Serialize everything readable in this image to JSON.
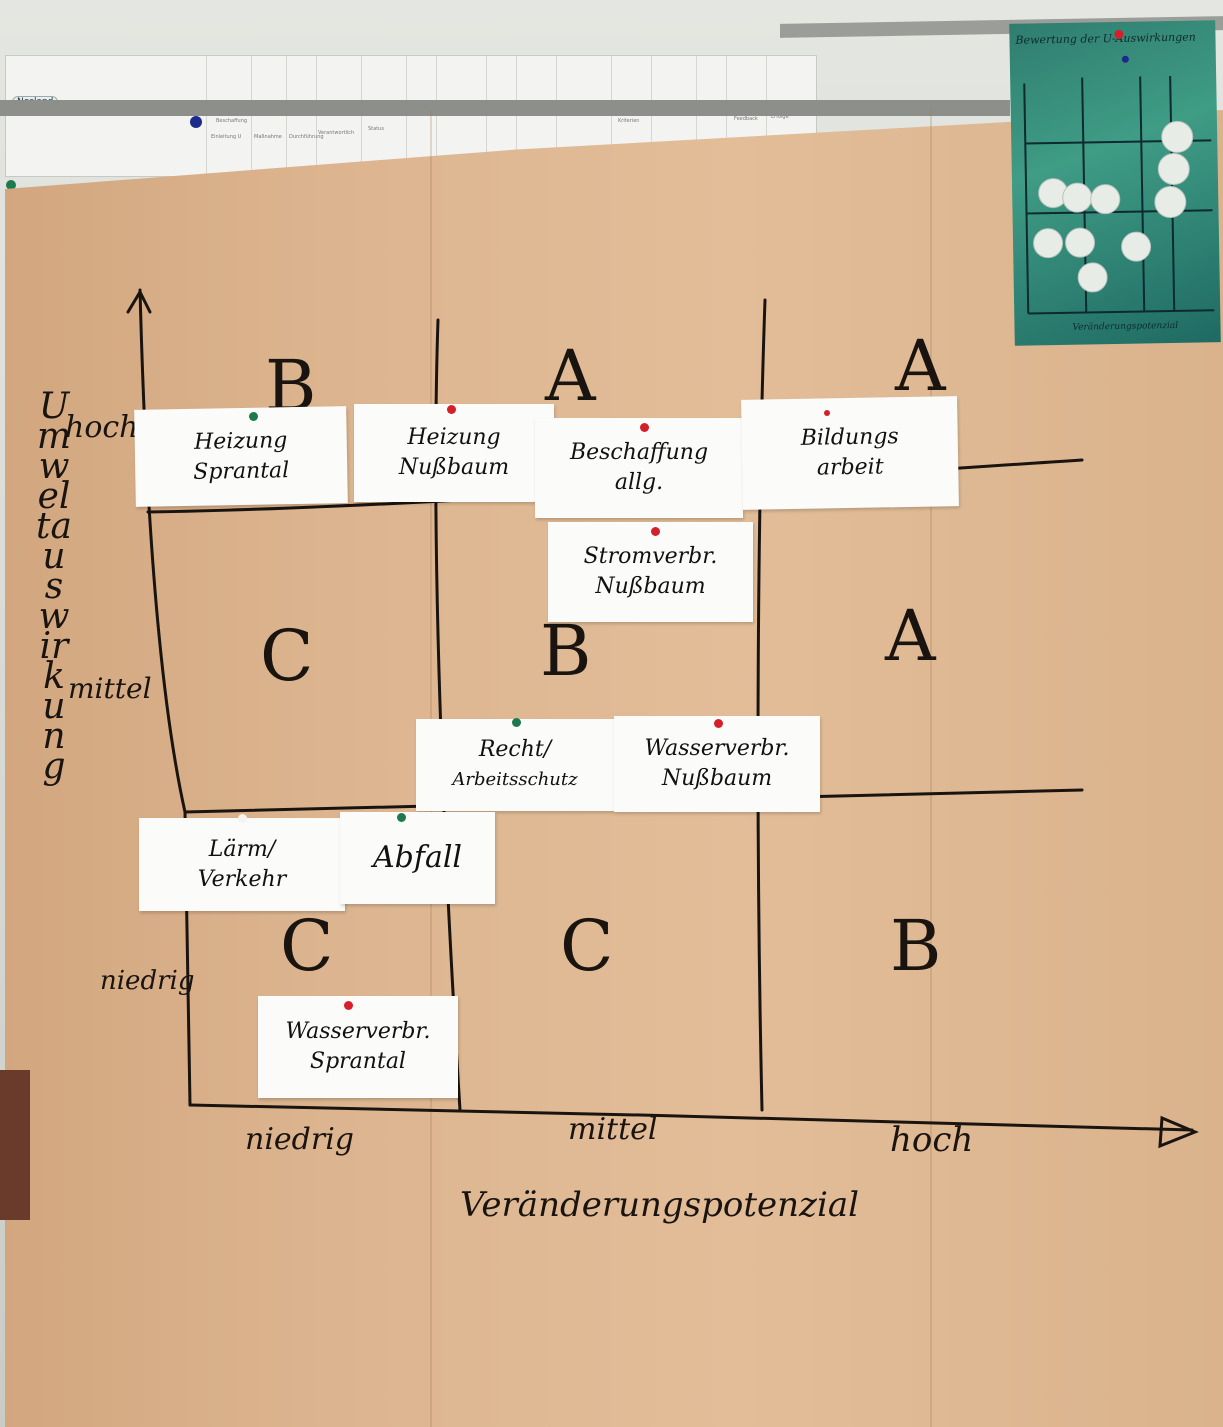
{
  "header_sheet": {
    "badge": "Nesland",
    "cells": [
      "Beschaffung",
      "Einleitung U",
      "Maßnahme",
      "Durchführung",
      "Verantwortlich",
      "Status",
      "Kriterien",
      "Feedback",
      "Erfolge"
    ]
  },
  "poster": {
    "title": "Bewertung der U-Auswirkungen",
    "axis": "Veränderungspotenzial"
  },
  "board": {
    "y_axis_title": "Umweltauswirkung",
    "y_levels": [
      "hoch",
      "mittel",
      "niedrig"
    ],
    "x_axis_title": "Veränderungspotenzial",
    "x_levels": [
      "niedrig",
      "mittel",
      "hoch"
    ],
    "grades": {
      "row_high": [
        "B",
        "A",
        "A"
      ],
      "row_mid": [
        "C",
        "B",
        "A"
      ],
      "row_low": [
        "C",
        "C",
        "B"
      ]
    }
  },
  "cards": [
    {
      "l1": "Heizung",
      "l2": "Sprantal",
      "pin": "green"
    },
    {
      "l1": "Heizung",
      "l2": "Nußbaum",
      "pin": "red"
    },
    {
      "l1": "Beschaffung",
      "l2": "allg.",
      "pin": "red"
    },
    {
      "l1": "Bildungs",
      "l2": "arbeit",
      "pin": "red"
    },
    {
      "l1": "Stromverbr.",
      "l2": "Nußbaum",
      "pin": "red"
    },
    {
      "l1": "Recht/",
      "l2": "Arbeitsschutz",
      "pin": "green"
    },
    {
      "l1": "Wasserverbr.",
      "l2": "Nußbaum",
      "pin": "red"
    },
    {
      "l1": "Lärm/",
      "l2": "Verkehr",
      "pin": "white"
    },
    {
      "l1": "Abfall",
      "l2": "",
      "pin": "green"
    },
    {
      "l1": "Wasserverbr.",
      "l2": "Sprantal",
      "pin": "red"
    }
  ],
  "colors": {
    "paper": "#ddb691",
    "ink": "#1a1410",
    "card": "#fbfbf9",
    "pin_red": "#d4202b",
    "pin_green": "#1d7a4e",
    "poster": "#2f7d6f"
  }
}
